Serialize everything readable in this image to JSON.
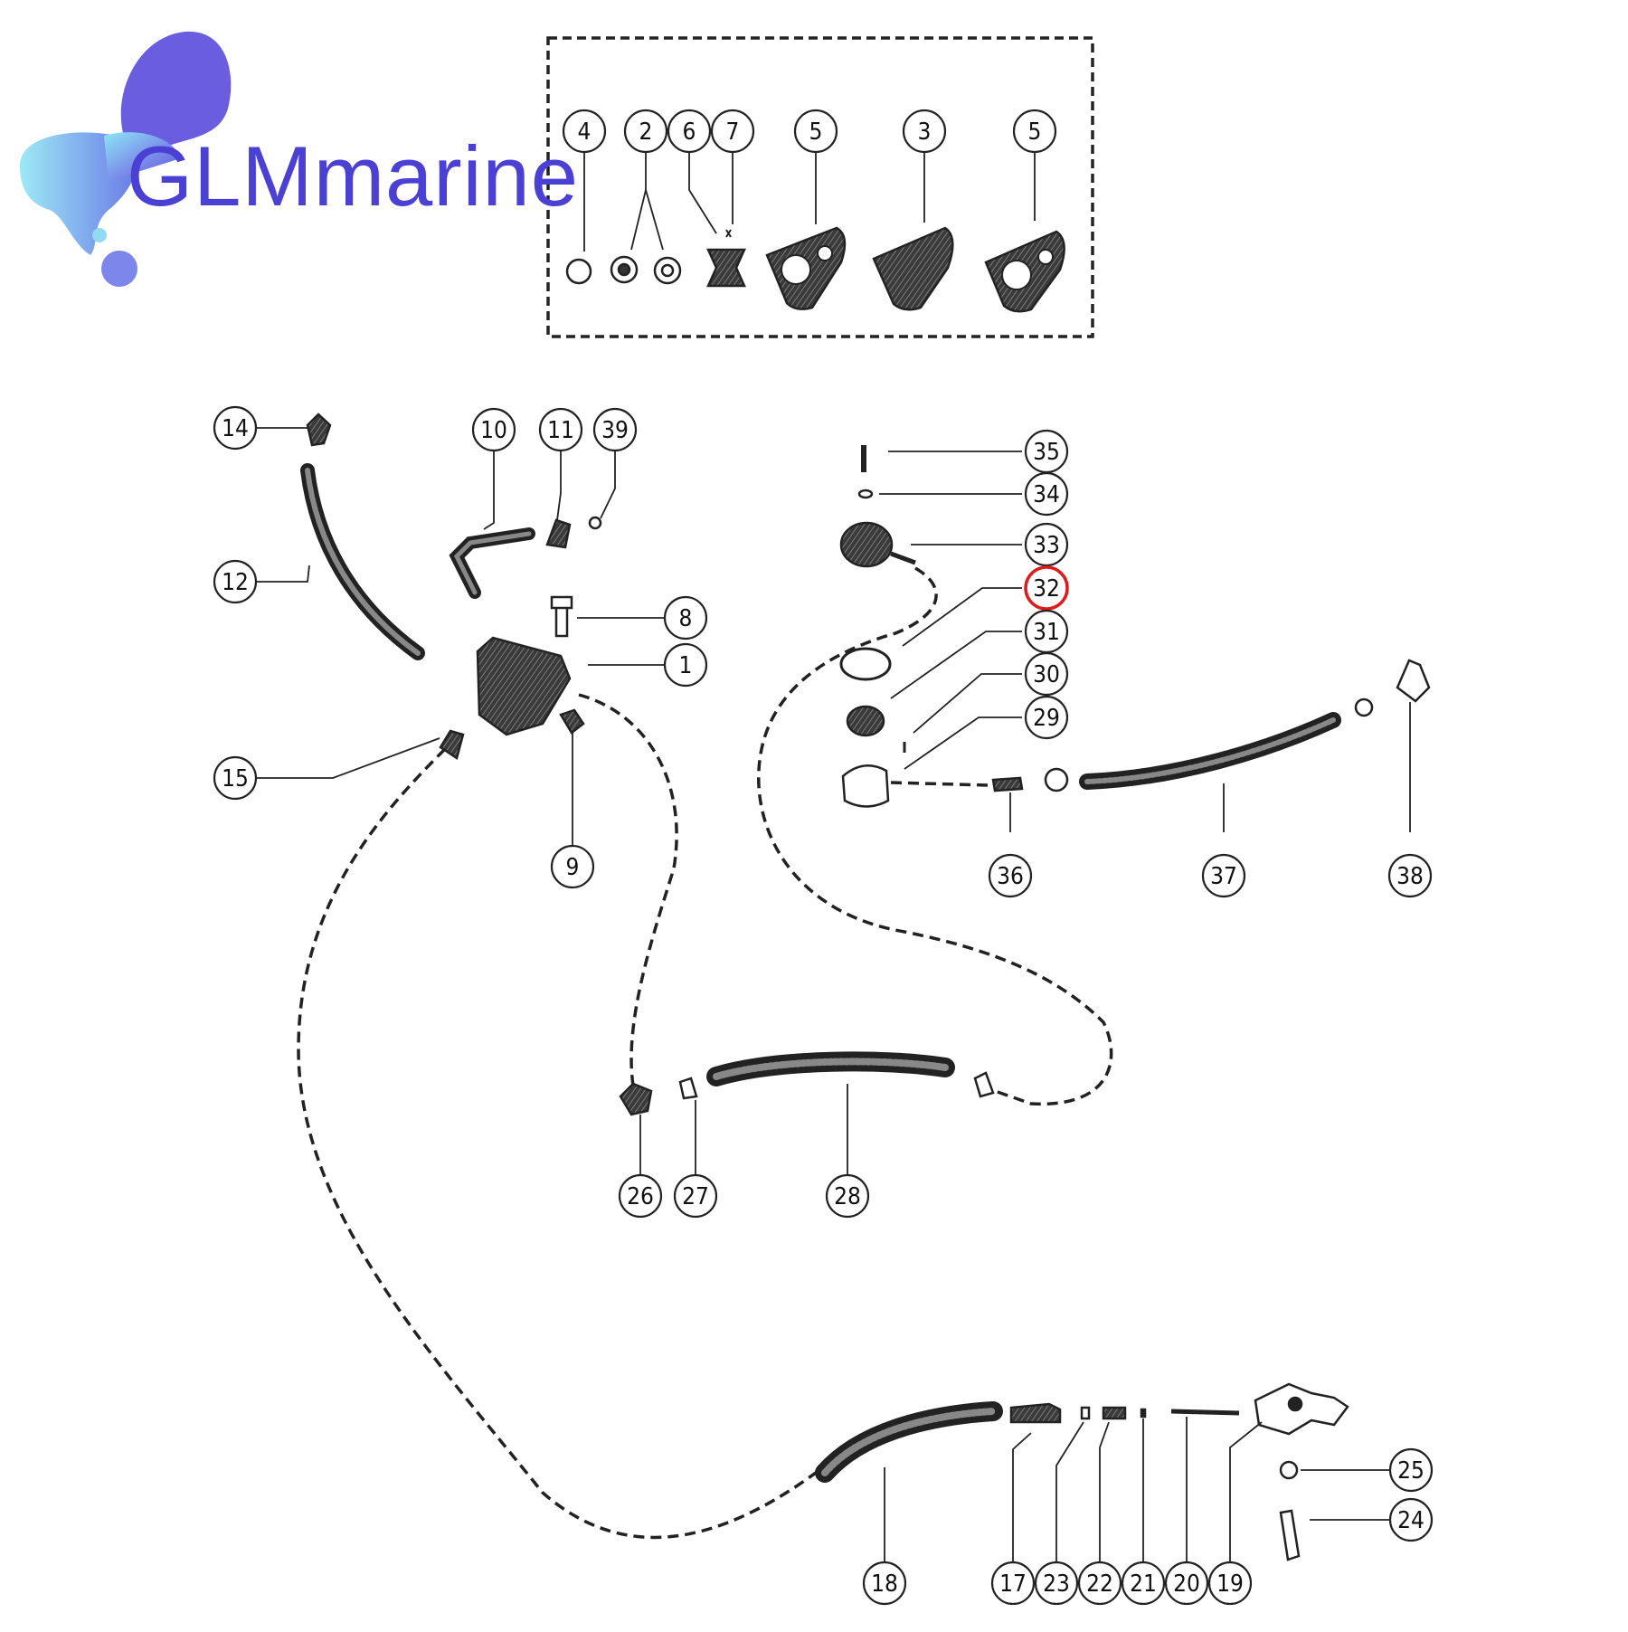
{
  "brand": {
    "name": "GLMmarine",
    "colors": {
      "blob_top": "#6a5de0",
      "blob_light": "#8ee6f5",
      "text": "#4a40d4"
    }
  },
  "highlight": {
    "part": "32",
    "color": "#e01b1b"
  },
  "callouts": [
    {
      "id": "c4",
      "label": "4"
    },
    {
      "id": "c2",
      "label": "2"
    },
    {
      "id": "c6",
      "label": "6"
    },
    {
      "id": "c7",
      "label": "7"
    },
    {
      "id": "c5a",
      "label": "5"
    },
    {
      "id": "c3",
      "label": "3"
    },
    {
      "id": "c5b",
      "label": "5"
    },
    {
      "id": "c14",
      "label": "14"
    },
    {
      "id": "c10",
      "label": "10"
    },
    {
      "id": "c11",
      "label": "11"
    },
    {
      "id": "c39",
      "label": "39"
    },
    {
      "id": "c12",
      "label": "12"
    },
    {
      "id": "c8",
      "label": "8"
    },
    {
      "id": "c1",
      "label": "1"
    },
    {
      "id": "c15",
      "label": "15"
    },
    {
      "id": "c9",
      "label": "9"
    },
    {
      "id": "c35",
      "label": "35"
    },
    {
      "id": "c34",
      "label": "34"
    },
    {
      "id": "c33",
      "label": "33"
    },
    {
      "id": "c32",
      "label": "32"
    },
    {
      "id": "c31",
      "label": "31"
    },
    {
      "id": "c30",
      "label": "30"
    },
    {
      "id": "c29",
      "label": "29"
    },
    {
      "id": "c36",
      "label": "36"
    },
    {
      "id": "c37",
      "label": "37"
    },
    {
      "id": "c38",
      "label": "38"
    },
    {
      "id": "c26",
      "label": "26"
    },
    {
      "id": "c27",
      "label": "27"
    },
    {
      "id": "c28",
      "label": "28"
    },
    {
      "id": "c25",
      "label": "25"
    },
    {
      "id": "c24",
      "label": "24"
    },
    {
      "id": "c18",
      "label": "18"
    },
    {
      "id": "c17",
      "label": "17"
    },
    {
      "id": "c23",
      "label": "23"
    },
    {
      "id": "c22",
      "label": "22"
    },
    {
      "id": "c21",
      "label": "21"
    },
    {
      "id": "c20",
      "label": "20"
    },
    {
      "id": "c19",
      "label": "19"
    }
  ]
}
